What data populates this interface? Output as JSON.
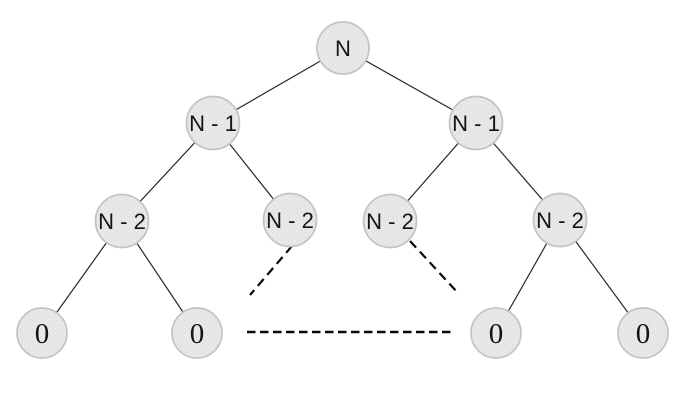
{
  "colors": {
    "background": "#ffffff",
    "node_fill": "#e9e9e9",
    "node_stipple_dot": "#d7d7d7",
    "node_border": "#c3c3c3",
    "solid_edge": "#262626",
    "dashed_edge": "#0a0a0a",
    "label_text": "#141414"
  },
  "tree": {
    "levels": [
      {
        "depth": 0,
        "nodes": [
          {
            "label": "N"
          }
        ]
      },
      {
        "depth": 1,
        "nodes": [
          {
            "label": "N - 1"
          },
          {
            "label": "N - 1"
          }
        ]
      },
      {
        "depth": 2,
        "nodes": [
          {
            "label": "N - 2"
          },
          {
            "label": "N - 2"
          },
          {
            "label": "N - 2"
          },
          {
            "label": "N - 2"
          }
        ]
      },
      {
        "depth": 3,
        "nodes": [
          {
            "label": "0"
          },
          {
            "label": "0"
          },
          {
            "label": "0"
          },
          {
            "label": "0"
          }
        ]
      }
    ],
    "edges": [
      {
        "from": "N",
        "to": "N - 1 (left)",
        "style": "solid"
      },
      {
        "from": "N",
        "to": "N - 1 (right)",
        "style": "solid"
      },
      {
        "from": "N - 1 (left)",
        "to": "N - 2 (1st)",
        "style": "solid"
      },
      {
        "from": "N - 1 (left)",
        "to": "N - 2 (2nd)",
        "style": "solid"
      },
      {
        "from": "N - 1 (right)",
        "to": "N - 2 (3rd)",
        "style": "solid"
      },
      {
        "from": "N - 1 (right)",
        "to": "N - 2 (4th)",
        "style": "solid"
      },
      {
        "from": "N - 2 (1st)",
        "to": "0 (1st)",
        "style": "solid"
      },
      {
        "from": "N - 2 (1st)",
        "to": "0 (2nd)",
        "style": "solid"
      },
      {
        "from": "N - 2 (4th)",
        "to": "0 (3rd)",
        "style": "solid"
      },
      {
        "from": "N - 2 (4th)",
        "to": "0 (4th)",
        "style": "solid"
      },
      {
        "from": "N - 2 (2nd)",
        "to": "omitted subtree",
        "style": "dashed"
      },
      {
        "from": "N - 2 (3rd)",
        "to": "omitted subtree",
        "style": "dashed"
      },
      {
        "from": "0 (2nd)",
        "to": "0 (3rd)",
        "style": "dashed-horizontal-ellipsis"
      }
    ]
  }
}
